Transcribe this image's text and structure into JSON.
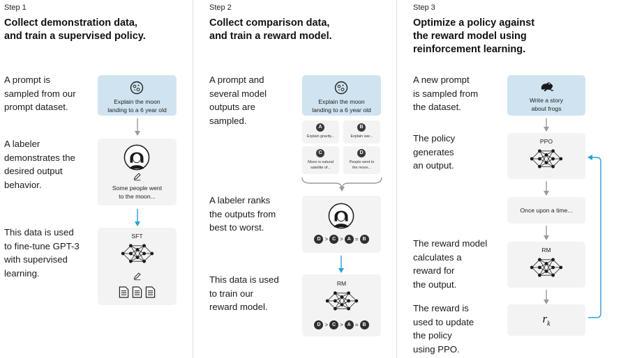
{
  "step1": {
    "label": "Step 1",
    "title_line1": "Collect demonstration data,",
    "title_line2": "and train a supervised policy.",
    "desc1": [
      "A prompt is",
      "sampled from our",
      "prompt dataset."
    ],
    "desc2": [
      "A labeler",
      "demonstrates the",
      "desired output",
      "behavior."
    ],
    "desc3": [
      "This data is used",
      "to fine-tune GPT-3",
      "with supervised",
      "learning."
    ],
    "prompt": [
      "Explain the moon",
      "landing to a 6 year old"
    ],
    "labeler_output": [
      "Some people went",
      "to the moon..."
    ],
    "model_label": "SFT",
    "icons": [
      "moon-icon",
      "person-icon",
      "pencil-icon",
      "neural-net-icon",
      "document-icon"
    ]
  },
  "step2": {
    "label": "Step 2",
    "title_line1": "Collect comparison data,",
    "title_line2": "and train a reward model.",
    "desc1": [
      "A prompt and",
      "several model",
      "outputs are",
      "sampled."
    ],
    "desc2": [
      "A labeler ranks",
      "the outputs from",
      "best to worst."
    ],
    "desc3": [
      "This data is used",
      "to train our",
      "reward model."
    ],
    "prompt": [
      "Explain the moon",
      "landing to a 6 year old"
    ],
    "outputs": [
      {
        "letter": "A",
        "text": [
          "Explain gravity..."
        ]
      },
      {
        "letter": "B",
        "text": [
          "Explain war..."
        ]
      },
      {
        "letter": "C",
        "text": [
          "Moon is natural",
          "satellite of..."
        ]
      },
      {
        "letter": "D",
        "text": [
          "People went to",
          "the moon..."
        ]
      }
    ],
    "ranking": [
      {
        "item": "D"
      },
      {
        "sym": ">"
      },
      {
        "item": "C"
      },
      {
        "sym": ">"
      },
      {
        "item": "A"
      },
      {
        "sym": "="
      },
      {
        "item": "B"
      }
    ],
    "model_label": "RM"
  },
  "step3": {
    "label": "Step 3",
    "title_line1": "Optimize a policy against",
    "title_line2": "the reward model using",
    "title_line3": "reinforcement learning.",
    "desc1": [
      "A new prompt",
      "is sampled from",
      "the dataset."
    ],
    "desc2": [
      "The policy",
      "generates",
      "an output."
    ],
    "desc3": [
      "The reward model",
      "calculates a",
      "reward for",
      "the output."
    ],
    "desc4": [
      "The reward is",
      "used to update",
      "the policy",
      "using PPO."
    ],
    "prompt": [
      "Write a story",
      "about frogs"
    ],
    "policy_label": "PPO",
    "output": "Once upon a time...",
    "model_label": "RM",
    "reward": {
      "symbol": "r",
      "subscript": "k"
    },
    "icons": [
      "frog-icon"
    ]
  },
  "colors": {
    "blue_box": "#cfe4f0",
    "gray_box": "#f3f3f3",
    "accent_arrow": "#1aa3e8",
    "gray_arrow": "#9a9a9a"
  }
}
